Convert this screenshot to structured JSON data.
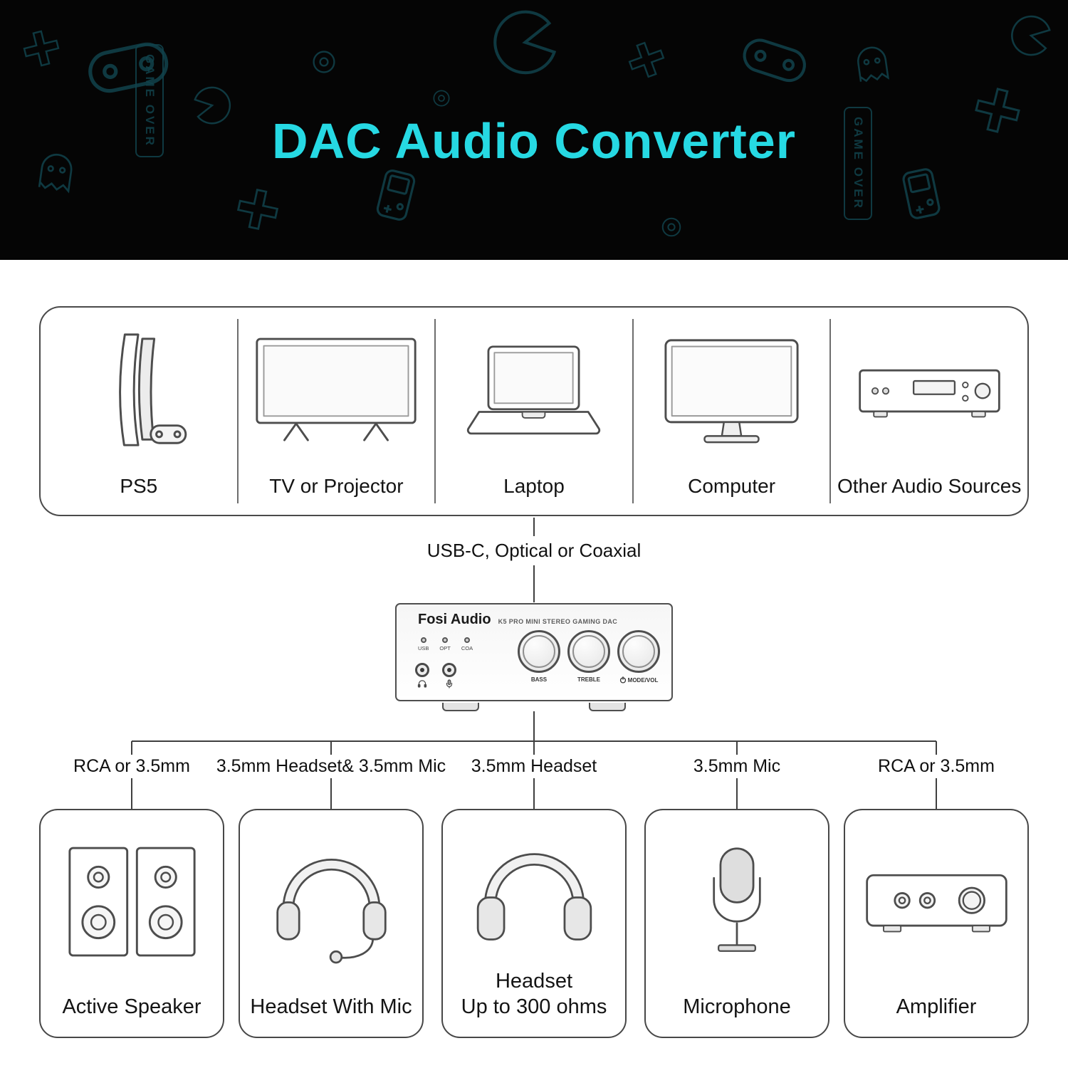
{
  "header": {
    "title": "DAC Audio Converter",
    "pattern_text": "GAME OVER",
    "accent_color": "#26d9e3",
    "background_color": "#050505"
  },
  "sources": {
    "items": [
      {
        "label": "PS5",
        "icon": "ps5-icon"
      },
      {
        "label": "TV or Projector",
        "icon": "tv-icon"
      },
      {
        "label": "Laptop",
        "icon": "laptop-icon"
      },
      {
        "label": "Computer",
        "icon": "computer-monitor-icon"
      },
      {
        "label": "Other Audio Sources",
        "icon": "audio-receiver-icon"
      }
    ],
    "connection_label": "USB-C, Optical or Coaxial"
  },
  "dac": {
    "brand": "Fosi Audio",
    "model": "K5 PRO MINI STEREO GAMING DAC",
    "led_labels": [
      "USB",
      "OPT",
      "COA"
    ],
    "jack_icons": [
      "headphone-jack-icon",
      "mic-jack-icon"
    ],
    "knob_labels": [
      "BASS",
      "TREBLE",
      "MODE/VOL"
    ]
  },
  "outputs": {
    "items": [
      {
        "cable": "RCA or 3.5mm",
        "label": "Active Speaker",
        "icon": "active-speaker-icon"
      },
      {
        "cable": "3.5mm Headset& 3.5mm Mic",
        "label": "Headset With Mic",
        "icon": "headset-with-mic-icon"
      },
      {
        "cable": "3.5mm Headset",
        "label": "Headset",
        "sublabel": "Up to 300 ohms",
        "icon": "headset-icon"
      },
      {
        "cable": "3.5mm Mic",
        "label": "Microphone",
        "icon": "microphone-icon"
      },
      {
        "cable": "RCA or 3.5mm",
        "label": "Amplifier",
        "icon": "amplifier-icon"
      }
    ]
  },
  "colors": {
    "line": "#3f3f3f",
    "icon_stroke": "#4d4d4d"
  }
}
